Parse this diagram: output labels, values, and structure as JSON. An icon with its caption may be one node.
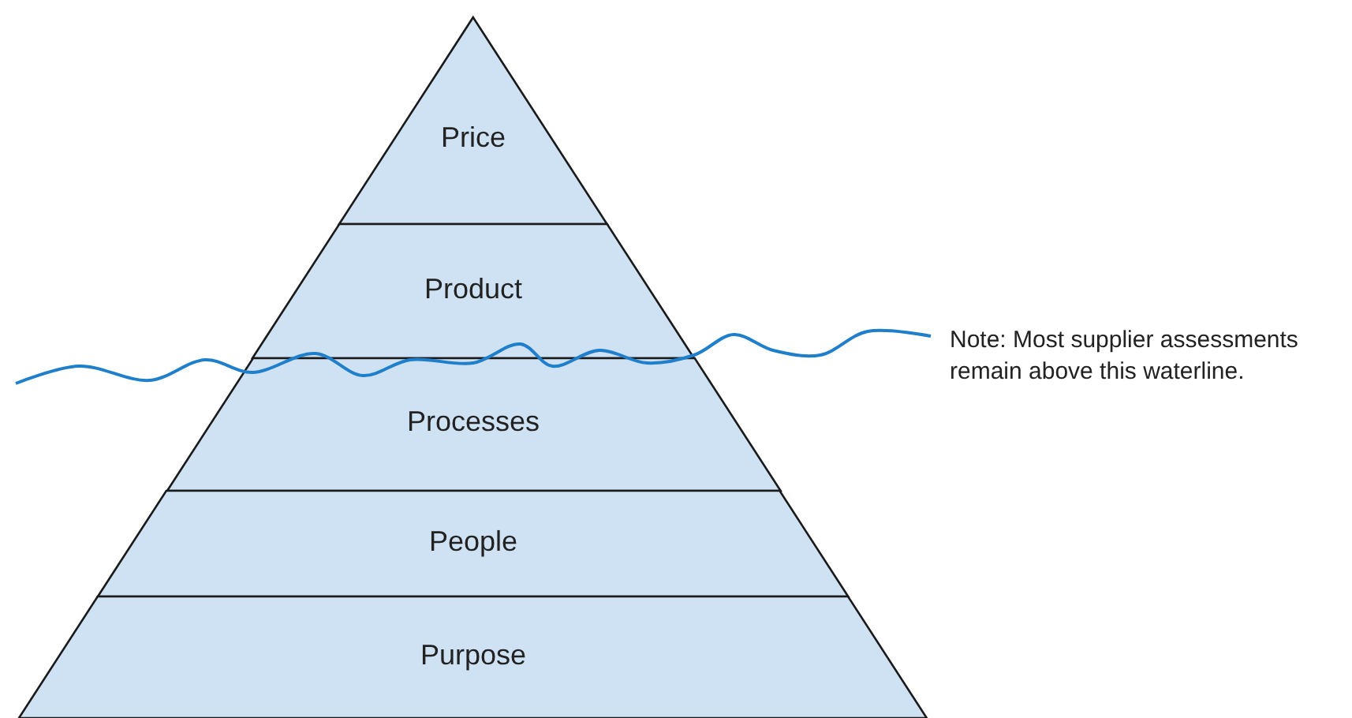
{
  "diagram": {
    "nodes": [
      {
        "text": [
          "Price"
        ]
      },
      {
        "text": [
          "Product"
        ]
      },
      {
        "text": [
          "Processes"
        ]
      },
      {
        "text": [
          "People"
        ]
      },
      {
        "text": [
          "Purpose"
        ]
      }
    ],
    "labels": [
      "Note: Most supplier assessments remain above this waterline."
    ]
  }
}
